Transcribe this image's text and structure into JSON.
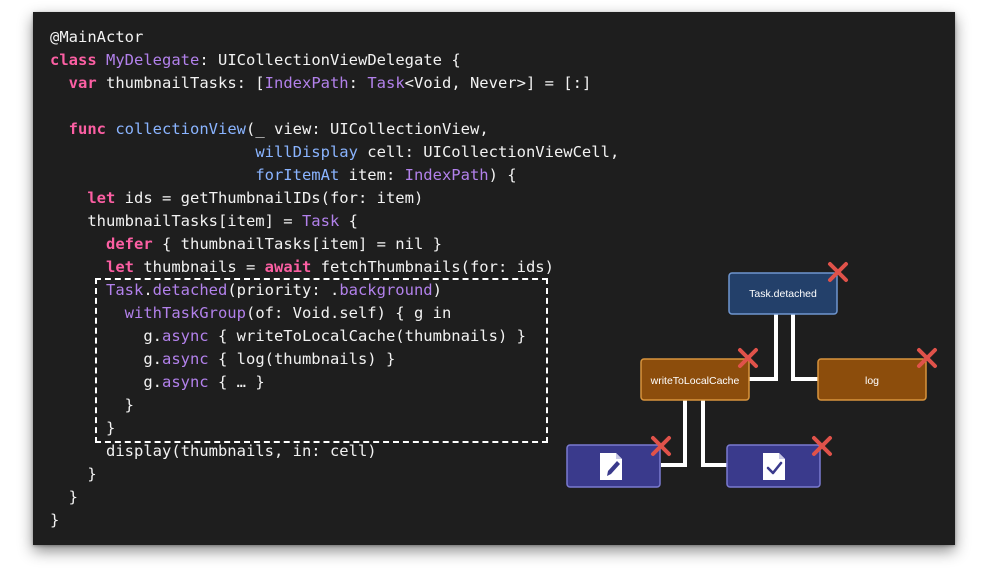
{
  "code": {
    "l1": {
      "t1": "@MainActor"
    },
    "l2": {
      "t1": "class",
      "t2": " ",
      "t3": "MyDelegate",
      "t4": ": ",
      "t5": "UICollectionViewDelegate",
      "t6": " {"
    },
    "l3": {
      "t1": "  ",
      "t2": "var",
      "t3": " thumbnailTasks: [",
      "t4": "IndexPath",
      "t5": ": ",
      "t6": "Task",
      "t7": "<Void, Never>] = [:]"
    },
    "l5": {
      "t1": "  ",
      "t2": "func",
      "t3": " ",
      "t4": "collectionView",
      "t5": "(_ view: ",
      "t6": "UICollectionView",
      "t7": ","
    },
    "l6": {
      "t1": "                      ",
      "t2": "willDisplay",
      "t3": " cell: ",
      "t4": "UICollectionViewCell",
      "t5": ","
    },
    "l7": {
      "t1": "                      ",
      "t2": "forItemAt",
      "t3": " item: ",
      "t4": "IndexPath",
      "t5": ") {"
    },
    "l8": {
      "t1": "    ",
      "t2": "let",
      "t3": " ids = getThumbnailIDs(for: item)"
    },
    "l9": {
      "t1": "    thumbnailTasks[item] = ",
      "t2": "Task",
      "t3": " {"
    },
    "l10": {
      "t1": "      ",
      "t2": "defer",
      "t3": " { thumbnailTasks[item] = nil }"
    },
    "l11": {
      "t1": "      ",
      "t2": "let",
      "t3": " thumbnails = ",
      "t4": "await",
      "t5": " fetchThumbnails(for: ids)"
    },
    "l12": {
      "t1": "      ",
      "t2": "Task",
      "t3": ".",
      "t4": "detached",
      "t5": "(priority: .",
      "t6": "background",
      "t7": ")"
    },
    "l13": {
      "t1": "        ",
      "t2": "withTaskGroup",
      "t3": "(of: Void.self) { g in"
    },
    "l14": {
      "t1": "          g.",
      "t2": "async",
      "t3": " { writeToLocalCache(thumbnails) }"
    },
    "l15": {
      "t1": "          g.",
      "t2": "async",
      "t3": " { log(thumbnails) }"
    },
    "l16": {
      "t1": "          g.",
      "t2": "async",
      "t3": " { … }"
    },
    "l17": {
      "t1": "        }"
    },
    "l18": {
      "t1": "      }"
    },
    "l19": {
      "t1": "      display(thumbnails, in: cell)"
    },
    "l20": {
      "t1": "    }"
    },
    "l21": {
      "t1": "  }"
    },
    "l22": {
      "t1": "}"
    }
  },
  "diagram": {
    "detached_label": "Task.detached",
    "write_label": "writeToLocalCache",
    "log_label": "log",
    "icons": [
      "pencil-document-icon",
      "checkmark-document-icon"
    ],
    "status_icon": "cancel-x-icon"
  },
  "colors": {
    "background": "#1e1e1e",
    "keyword": "#fc5fa3",
    "type": "#b281eb",
    "parameter": "#8ab4ff",
    "detached_node": "#23406a",
    "child_node": "#8c4d0c",
    "leaf_node": "#3a3a8c",
    "cancel": "#e0524a"
  }
}
